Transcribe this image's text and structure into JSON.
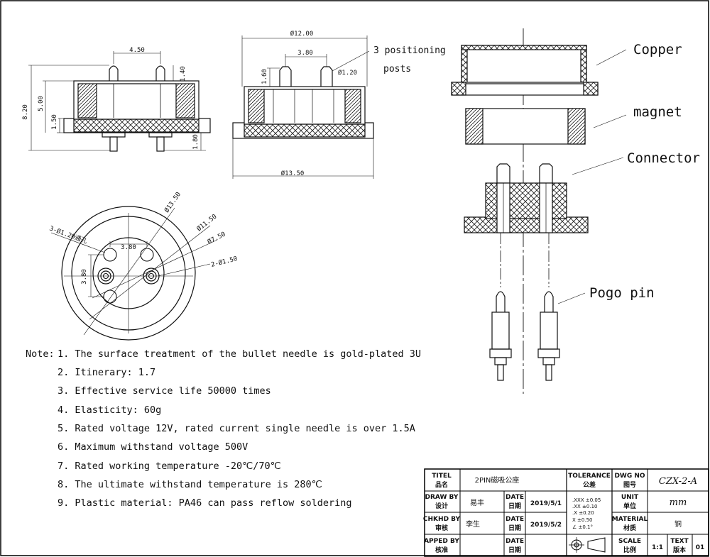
{
  "top_dims": {
    "pin_spacing": "4.50",
    "pin_height": "1.40",
    "total_height": "8.20",
    "body_height": "5.00",
    "flange_height": "1.50",
    "pin_below": "1.80",
    "outer_diameter_top": "Ø12.00",
    "pin_spacing_2": "3.80",
    "post_height": "1.60",
    "post_diameter": "Ø1.20",
    "outer_diameter_bottom": "Ø13.50"
  },
  "plan_dims": {
    "holes": "3-Ø1.20通孔",
    "outer": "Ø13.50",
    "ring": "Ø11.50",
    "inner": "Ø7.50",
    "pins": "2-Ø1.50",
    "spacing_h": "3.80",
    "spacing_v": "3.80"
  },
  "callout": {
    "line1": "3 positioning",
    "line2": "posts"
  },
  "labels": {
    "copper": "Copper",
    "magnet": "magnet",
    "connector": "Connector",
    "pogo": "Pogo pin"
  },
  "notes": {
    "prefix": "Note:",
    "items": [
      "1. The surface treatment of the bullet needle is gold-plated 3U",
      "2. Itinerary: 1.7",
      "3. Effective service life 50000 times",
      "4. Elasticity: 60g",
      "5. Rated voltage 12V, rated current single needle is over 1.5A",
      "6. Maximum withstand voltage 500V",
      "7. Rated working temperature  -20℃/70℃",
      "8. The ultimate withstand temperature is 280℃",
      "9. Plastic material: PA46 can pass reflow soldering"
    ]
  },
  "title_block": {
    "title_en": "TITEL",
    "title_cn": "品名",
    "title_value": "2PIN磁吸公座",
    "tol_en": "TOLERANCE",
    "tol_cn": "公差",
    "dwg_en": "DWG NO",
    "dwg_cn": "图号",
    "dwg_value": "CZX-2-A",
    "draw_en": "DRAW BY",
    "draw_cn": "设计",
    "draw_name": "易丰",
    "date_en": "DATE",
    "date_cn": "日期",
    "draw_date": "2019/5/1",
    "chkd_en": "CHKHD BY",
    "chkd_cn": "审核",
    "chkd_name": "李生",
    "chkd_date": "2019/5/2",
    "appd_en": "APPED BY",
    "appd_cn": "核准",
    "tol_rows": [
      ".XXX ±0.05",
      ".XX ±0.10",
      ".X ±0.20",
      "X ±0.50",
      "∠ ±0.1°"
    ],
    "unit_en": "UNIT",
    "unit_cn": "单位",
    "unit_value": "mm",
    "mat_en": "MATERIAL",
    "mat_cn": "材质",
    "mat_value": "铜",
    "scale_en": "SCALE",
    "scale_cn": "比例",
    "scale_value": "1:1",
    "text_en": "TEXT",
    "text_cn": "版本",
    "text_value": "01"
  }
}
